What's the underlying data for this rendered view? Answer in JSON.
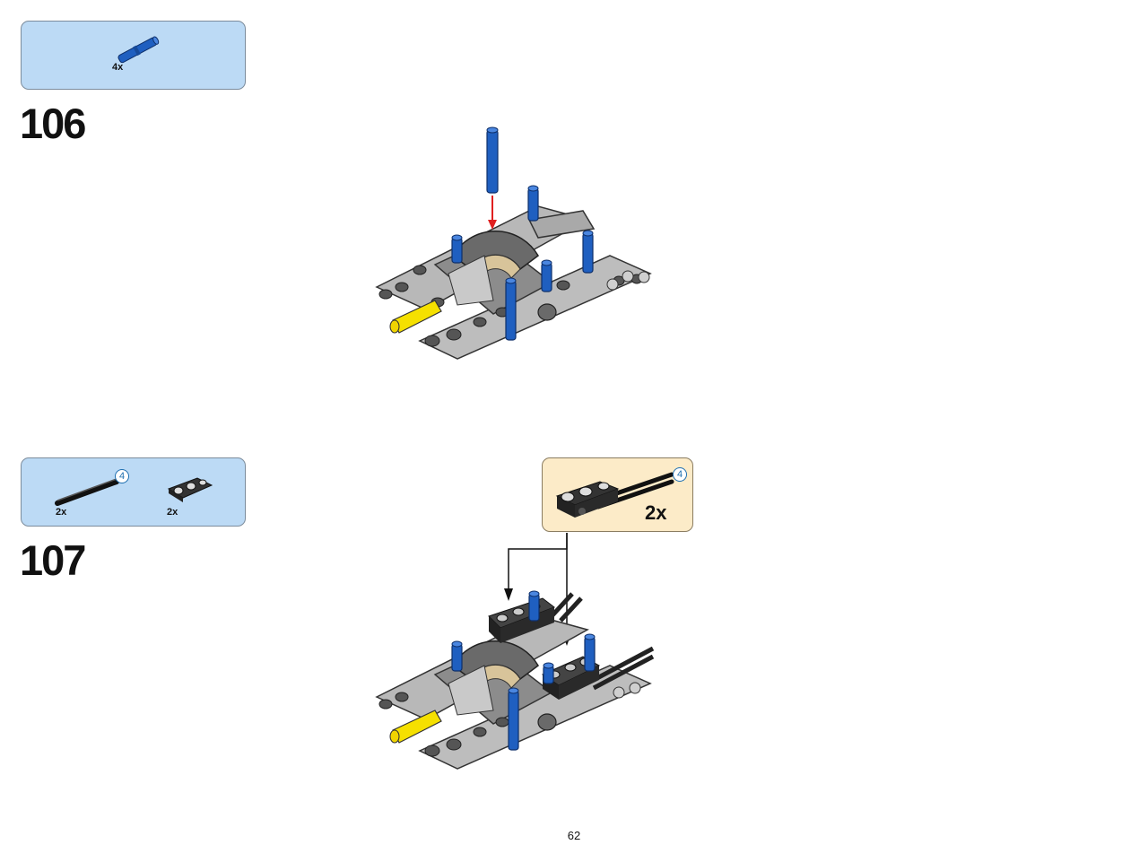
{
  "steps": [
    {
      "number": "106",
      "parts": [
        {
          "name": "blue-axle-pin",
          "quantity": "4x"
        }
      ]
    },
    {
      "number": "107",
      "parts": [
        {
          "name": "black-axle",
          "quantity": "2x",
          "length_badge": "4"
        },
        {
          "name": "black-cross-block",
          "quantity": "2x"
        }
      ],
      "subassembly": {
        "quantity": "2x",
        "length_badge": "4"
      }
    }
  ],
  "page_number": "62",
  "colors": {
    "parts_box": "#bcdaf5",
    "callout_box": "#fcebc8",
    "technic_blue": "#1f5fc0",
    "light_gray": "#b8b8b8",
    "dark_gray": "#6a6a6a",
    "yellow": "#f5e000",
    "tan": "#d8c49a",
    "arrow_red": "#e02020"
  }
}
